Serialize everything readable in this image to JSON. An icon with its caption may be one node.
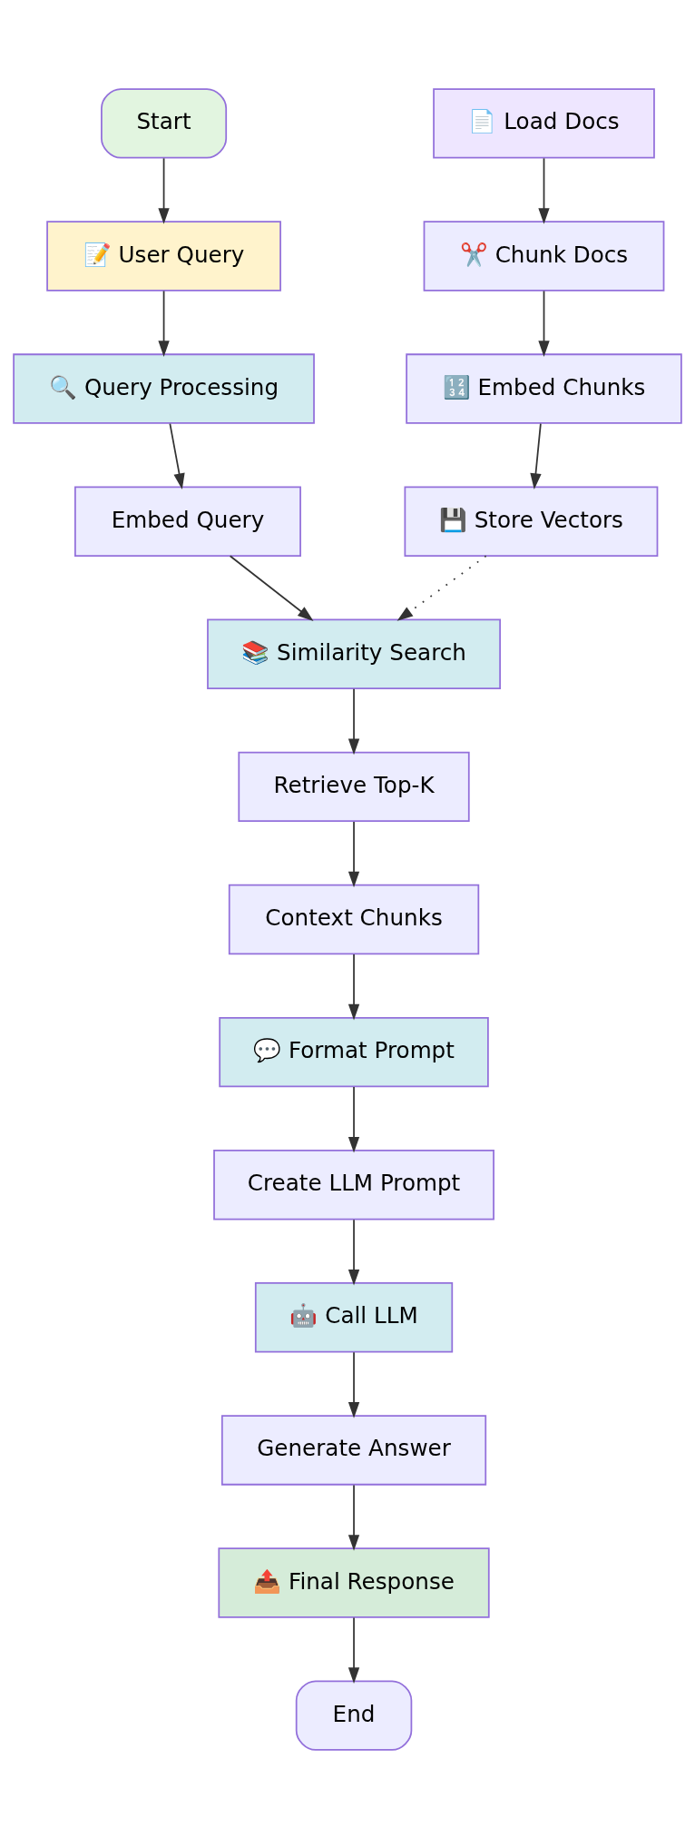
{
  "diagram": {
    "nodes": [
      {
        "text": [
          "Start"
        ]
      },
      {
        "text": [
          "📝 User Query"
        ]
      },
      {
        "text": [
          "🔍 Query Processing"
        ]
      },
      {
        "text": [
          "Embed Query"
        ]
      },
      {
        "text": [
          "📄 Load Docs"
        ]
      },
      {
        "text": [
          "✂️ Chunk Docs"
        ]
      },
      {
        "text": [
          "🔢 Embed Chunks"
        ]
      },
      {
        "text": [
          "💾 Store Vectors"
        ]
      },
      {
        "text": [
          "📚 Similarity Search"
        ]
      },
      {
        "text": [
          "Retrieve Top-K"
        ]
      },
      {
        "text": [
          "Context Chunks"
        ]
      },
      {
        "text": [
          "💬 Format Prompt"
        ]
      },
      {
        "text": [
          "Create LLM Prompt"
        ]
      },
      {
        "text": [
          "🤖 Call LLM"
        ]
      },
      {
        "text": [
          "Generate Answer"
        ]
      },
      {
        "text": [
          "📤 Final Response"
        ]
      },
      {
        "text": [
          "End"
        ]
      }
    ],
    "edges": [
      {
        "from": 0,
        "to": 1,
        "arrow": "to"
      },
      {
        "from": 1,
        "to": 2,
        "arrow": "to"
      },
      {
        "from": 2,
        "to": 3,
        "arrow": "to"
      },
      {
        "from": 4,
        "to": 5,
        "arrow": "to"
      },
      {
        "from": 5,
        "to": 6,
        "arrow": "to"
      },
      {
        "from": 6,
        "to": 7,
        "arrow": "to"
      },
      {
        "from": 3,
        "to": 8,
        "arrow": "to"
      },
      {
        "from": 7,
        "to": 8,
        "arrow": "to",
        "style": "dashed"
      },
      {
        "from": 8,
        "to": 9,
        "arrow": "to"
      },
      {
        "from": 9,
        "to": 10,
        "arrow": "to"
      },
      {
        "from": 10,
        "to": 11,
        "arrow": "to"
      },
      {
        "from": 11,
        "to": 12,
        "arrow": "to"
      },
      {
        "from": 12,
        "to": 13,
        "arrow": "to"
      },
      {
        "from": 13,
        "to": 14,
        "arrow": "to"
      },
      {
        "from": 14,
        "to": 15,
        "arrow": "to"
      },
      {
        "from": 15,
        "to": 16,
        "arrow": "to"
      }
    ]
  }
}
